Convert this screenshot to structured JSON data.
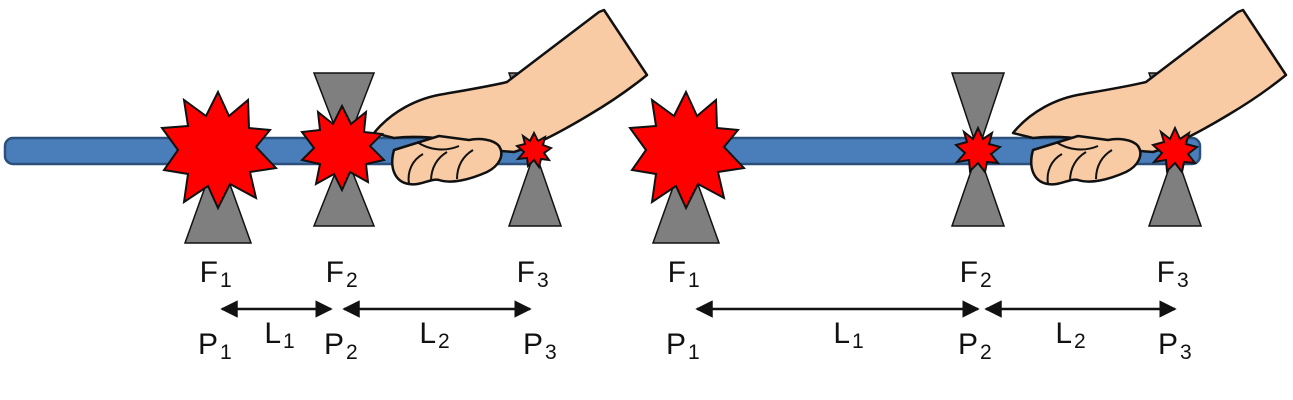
{
  "colors": {
    "rod": "#4a7ebb",
    "rod_edge": "#2c4f7c",
    "fulcrum": "#7f7f7f",
    "force_burst": "#ff0000",
    "hand": "#f8cba5",
    "outline": "#111111",
    "text": "#111111"
  },
  "icons": [
    "rod",
    "fulcrum-triangle",
    "force-burst",
    "hand-icon",
    "double-arrow"
  ],
  "panels": [
    {
      "points": [
        {
          "force": "F",
          "force_sub": "1",
          "point": "P",
          "point_sub": "1"
        },
        {
          "force": "F",
          "force_sub": "2",
          "point": "P",
          "point_sub": "2"
        },
        {
          "force": "F",
          "force_sub": "3",
          "point": "P",
          "point_sub": "3"
        }
      ],
      "lengths": [
        {
          "name": "L",
          "sub": "1"
        },
        {
          "name": "L",
          "sub": "2"
        }
      ]
    },
    {
      "points": [
        {
          "force": "F",
          "force_sub": "1",
          "point": "P",
          "point_sub": "1"
        },
        {
          "force": "F",
          "force_sub": "2",
          "point": "P",
          "point_sub": "2"
        },
        {
          "force": "F",
          "force_sub": "3",
          "point": "P",
          "point_sub": "3"
        }
      ],
      "lengths": [
        {
          "name": "L",
          "sub": "1"
        },
        {
          "name": "L",
          "sub": "2"
        }
      ]
    }
  ]
}
